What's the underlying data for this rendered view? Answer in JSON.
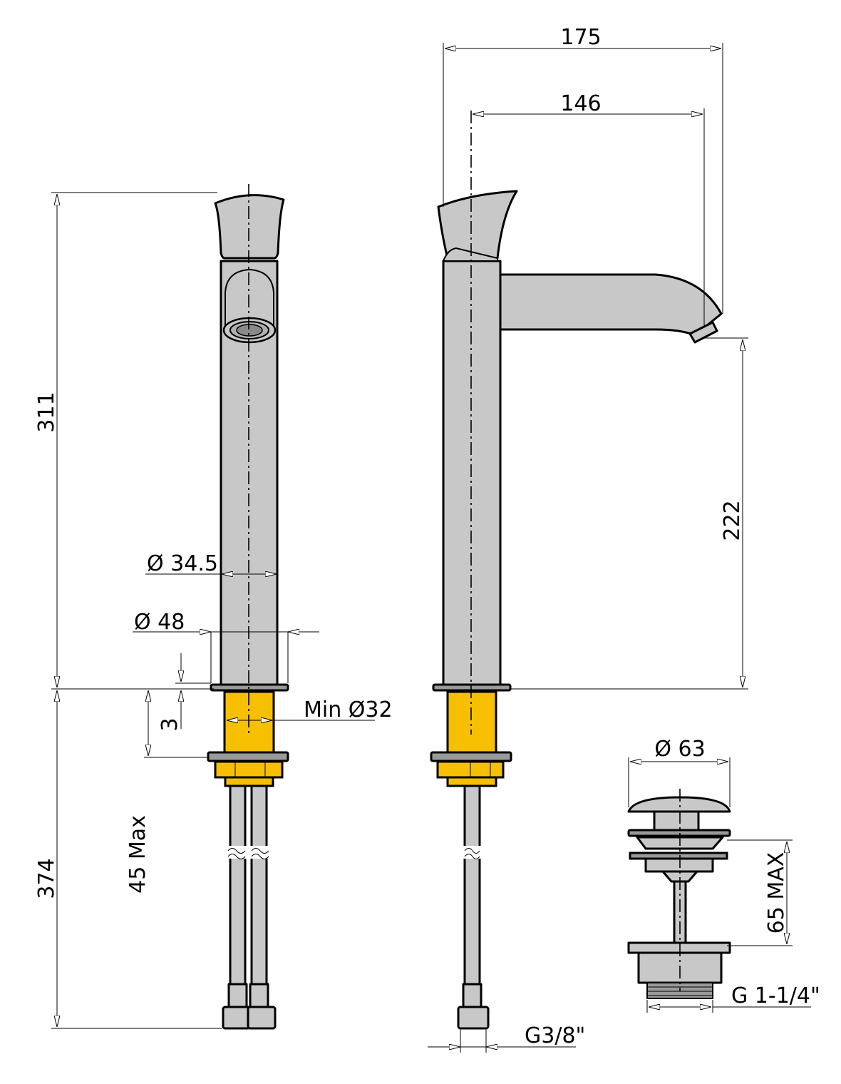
{
  "colors": {
    "body": "#c8c8c8",
    "brass_seat": "#f6c000",
    "outline": "#000000",
    "background": "#ffffff"
  },
  "dimensions": {
    "overall_height_above": "311",
    "hose_length": "374",
    "body_diameter": "Ø 34.5",
    "base_diameter": "Ø 48",
    "gap": "3",
    "deck_thickness": "45 Max",
    "hole_diameter": "Min Ø32",
    "overall_reach": "175",
    "spout_reach": "146",
    "spout_height": "222",
    "hose_thread": "G3/8\"",
    "waste_diameter": "Ø 63",
    "waste_max_thickness": "65 MAX",
    "waste_thread": "G 1-1/4\""
  }
}
